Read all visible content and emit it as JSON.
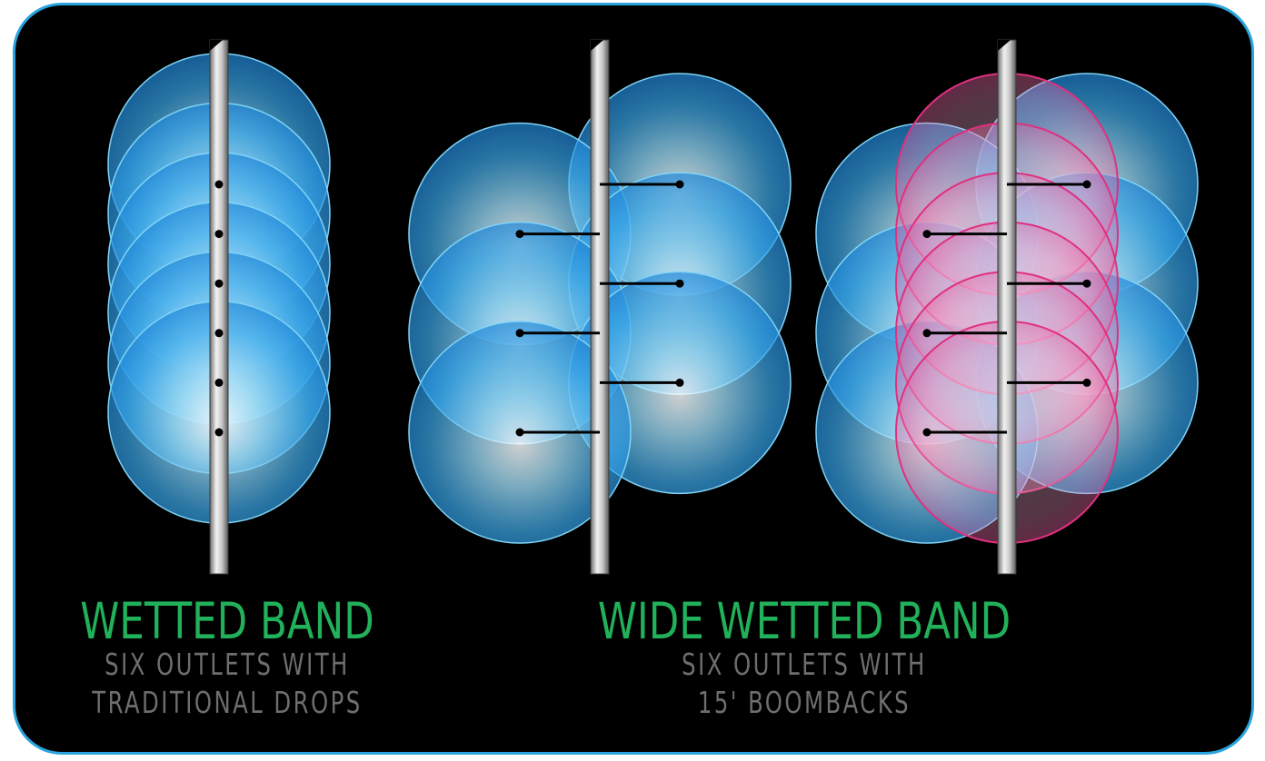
{
  "panels": {
    "wetted_band": {
      "title": "WETTED BAND",
      "subtitle_line1": "SIX OUTLETS WITH",
      "subtitle_line2": "TRADITIONAL DROPS"
    },
    "wide_wetted_band": {
      "title": "WIDE WETTED BAND",
      "subtitle_line1": "SIX OUTLETS WITH",
      "subtitle_line2": "15' BOOMBACKS"
    }
  },
  "colors": {
    "frame_border": "#2aa4de",
    "background": "#000000",
    "title": "#21b15a",
    "subtitle": "#6e6e6e",
    "water_blue": "#1e7fd6",
    "overlap_pink": "#e0307f"
  },
  "outlet_count": 6,
  "boomback_length_ft": 15
}
